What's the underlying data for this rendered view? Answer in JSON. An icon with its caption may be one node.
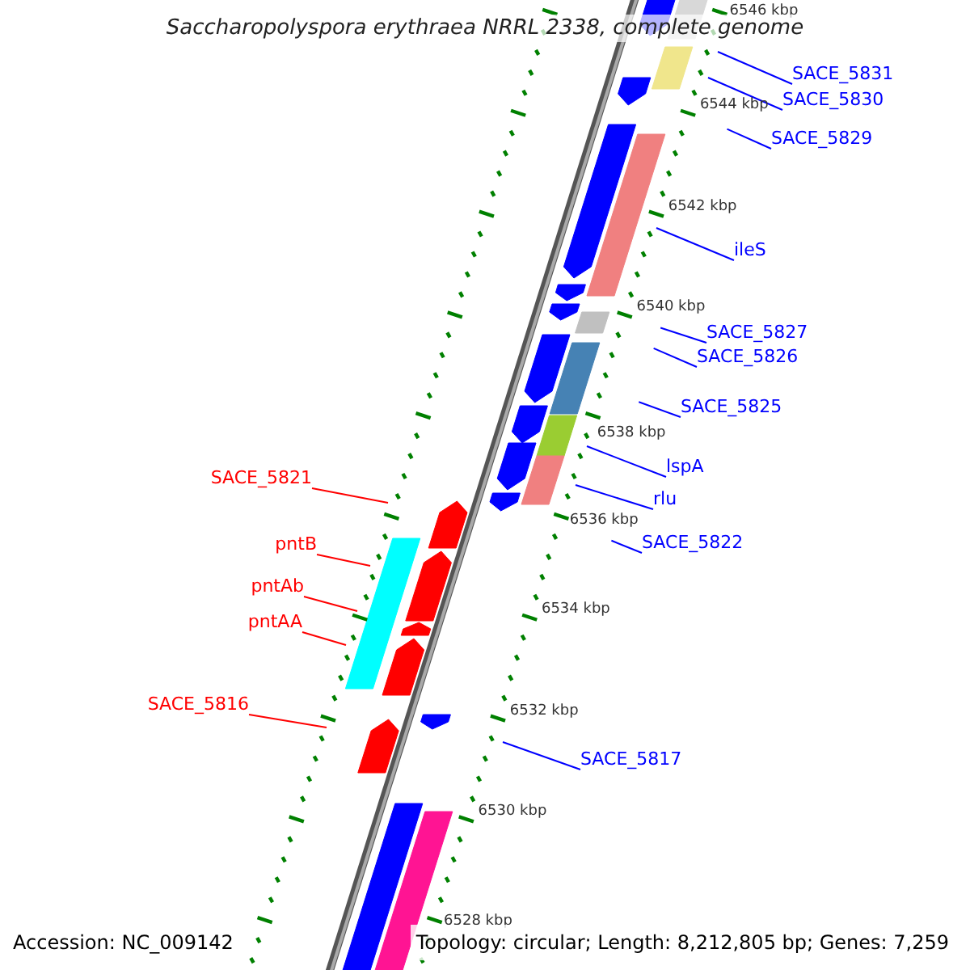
{
  "diagram": {
    "title": "Saccharopolyspora erythraea NRRL 2338, complete genome",
    "nodes": [
      {
        "text": [
          "SACE_5831"
        ]
      },
      {
        "text": [
          "SACE_5830"
        ]
      },
      {
        "text": [
          "SACE_5829"
        ]
      },
      {
        "text": [
          "ileS"
        ]
      },
      {
        "text": [
          "SACE_5827"
        ]
      },
      {
        "text": [
          "SACE_5826"
        ]
      },
      {
        "text": [
          "SACE_5825"
        ]
      },
      {
        "text": [
          "lspA"
        ]
      },
      {
        "text": [
          "SACE_5821"
        ]
      },
      {
        "text": [
          "rlu"
        ]
      },
      {
        "text": [
          "SACE_5822"
        ]
      },
      {
        "text": [
          "pntB"
        ]
      },
      {
        "text": [
          "pntAb"
        ]
      },
      {
        "text": [
          "pntAA"
        ]
      },
      {
        "text": [
          "SACE_5816"
        ]
      },
      {
        "text": [
          "SACE_5817"
        ]
      }
    ],
    "edges": [
      {
        "from": 0,
        "to": null,
        "arrow": "none"
      },
      {
        "from": 1,
        "to": null,
        "arrow": "none"
      },
      {
        "from": 2,
        "to": null,
        "arrow": "none"
      },
      {
        "from": 3,
        "to": null,
        "arrow": "none"
      },
      {
        "from": 4,
        "to": null,
        "arrow": "none"
      },
      {
        "from": 5,
        "to": null,
        "arrow": "none"
      },
      {
        "from": 6,
        "to": null,
        "arrow": "none"
      },
      {
        "from": 7,
        "to": null,
        "arrow": "none"
      },
      {
        "from": 8,
        "to": null,
        "arrow": "none",
        "color": "#ff0000"
      },
      {
        "from": 9,
        "to": null,
        "arrow": "none"
      },
      {
        "from": 10,
        "to": null,
        "arrow": "none"
      },
      {
        "from": 11,
        "to": null,
        "arrow": "none",
        "color": "#ff0000"
      },
      {
        "from": 12,
        "to": null,
        "arrow": "none",
        "color": "#ff0000"
      },
      {
        "from": 13,
        "to": null,
        "arrow": "none",
        "color": "#ff0000"
      },
      {
        "from": 14,
        "to": null,
        "arrow": "none",
        "color": "#ff0000"
      },
      {
        "from": 15,
        "to": null,
        "arrow": "none"
      }
    ],
    "labels": [
      "6546 kbp",
      "6544 kbp",
      "6542 kbp",
      "6540 kbp",
      "6538 kbp",
      "6536 kbp",
      "6534 kbp",
      "6532 kbp",
      "6530 kbp",
      "6528 kbp",
      "Accession: NC_009142",
      "Topology: circular; Length: 8,212,805 bp; Genes: 7,259"
    ]
  }
}
